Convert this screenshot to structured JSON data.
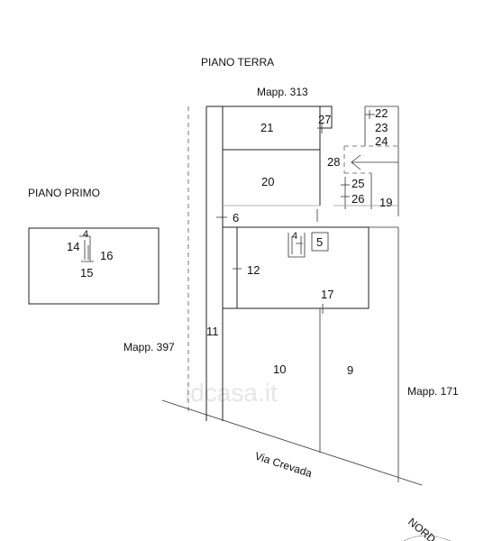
{
  "labels": {
    "ground_floor": "PIANO TERRA",
    "first_floor": "PIANO PRIMO",
    "parcel_north": "Mapp. 313",
    "parcel_west": "Mapp. 397",
    "parcel_east": "Mapp. 171",
    "street": "Via Crevada",
    "north": "NORD",
    "watermark": "idcasa.it"
  },
  "rooms": {
    "r4a": "4",
    "r14": "14",
    "r16": "16",
    "r15": "15",
    "r21": "21",
    "r27": "27",
    "r22": "22",
    "r23": "23",
    "r24": "24",
    "r28": "28",
    "r20": "20",
    "r25": "25",
    "r26": "26",
    "r19": "19",
    "r6": "6",
    "r4b": "4",
    "r5": "5",
    "r12": "12",
    "r17": "17",
    "r11": "11",
    "r10": "10",
    "r9": "9"
  }
}
